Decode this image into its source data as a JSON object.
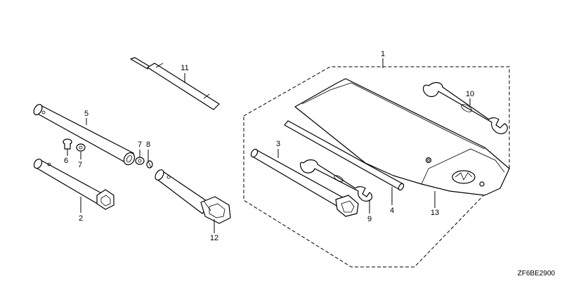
{
  "diagram": {
    "callouts": [
      "1",
      "2",
      "3",
      "4",
      "5",
      "6",
      "7",
      "7",
      "8",
      "9",
      "10",
      "11",
      "12",
      "13"
    ],
    "code": "ZF6BE2900"
  }
}
